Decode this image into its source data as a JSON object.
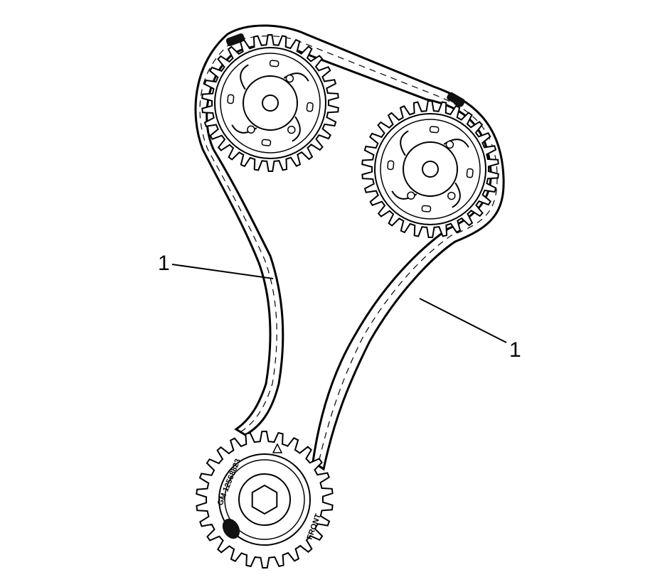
{
  "diagram": {
    "callouts": [
      {
        "label": "1"
      },
      {
        "label": "1"
      }
    ],
    "part_markings": {
      "crank_part_number": "GM 12568823",
      "crank_front_marking": "FRONT"
    },
    "colors": {
      "line": "#000000",
      "background": "#ffffff",
      "timing_link": "#111111"
    }
  }
}
